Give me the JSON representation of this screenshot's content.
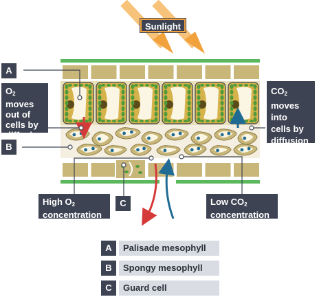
{
  "labels": {
    "sunlight": "Sunlight",
    "a": "A",
    "b": "B",
    "c": "C",
    "o2_moves_out": [
      "O",
      "2",
      " moves",
      "out of",
      "cells by",
      "diffusion"
    ],
    "co2_moves_in": [
      "CO",
      "2",
      " moves",
      "into",
      "cells by",
      "diffusion"
    ],
    "high_o2": [
      "High O",
      "2",
      "concentration"
    ],
    "low_co2": [
      "Low CO",
      "2",
      "concentration"
    ]
  },
  "key": [
    {
      "letter": "A",
      "text": "Palisade mesophyll"
    },
    {
      "letter": "B",
      "text": "Spongy mesophyll"
    },
    {
      "letter": "C",
      "text": "Guard cell"
    }
  ],
  "colors": {
    "cuticle": "#5cb85c",
    "epidermis": "#c9b77a",
    "chloroplast": "#4f9a3a",
    "o2_arrow": "#d43a3a",
    "co2_arrow": "#1f6b94",
    "sun_ray": "#f2a23c",
    "label_bg": "#3d4352"
  }
}
